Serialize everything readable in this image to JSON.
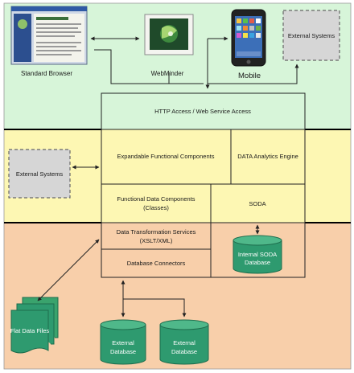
{
  "clients": {
    "standard_browser": "Standard Browser",
    "webminder": "WebMinder",
    "mobile": "Mobile",
    "external_systems_top": "External Systems"
  },
  "access_layer": {
    "http_access": "HTTP Access / Web Service Access"
  },
  "middle_layer": {
    "external_systems_left": "External Systems",
    "expandable_components": "Expandable Functional Components",
    "analytics_engine": "DATA Analytics Engine",
    "functional_data_line1": "Functional Data Components",
    "functional_data_line2": "(Classes)",
    "soda": "SODA"
  },
  "data_layer": {
    "transformation_line1": "Data Transformation Services",
    "transformation_line2": "(XSLT/XML)",
    "database_connectors": "Database Connectors",
    "internal_soda_line1": "Internal SODA",
    "internal_soda_line2": "Database",
    "flat_files": "Flat Data Files",
    "external_db_1_line1": "External",
    "external_db_1_line2": "Database",
    "external_db_2_line1": "External",
    "external_db_2_line2": "Database"
  },
  "colors": {
    "top_band": "#d7f5d9",
    "middle_band": "#fdf7b3",
    "bottom_band": "#f8cfaa",
    "band_divider": "#000000",
    "database_green": "#2e9a6f",
    "database_dark": "#1e6d4d",
    "external_box": "#d6d6d6"
  }
}
